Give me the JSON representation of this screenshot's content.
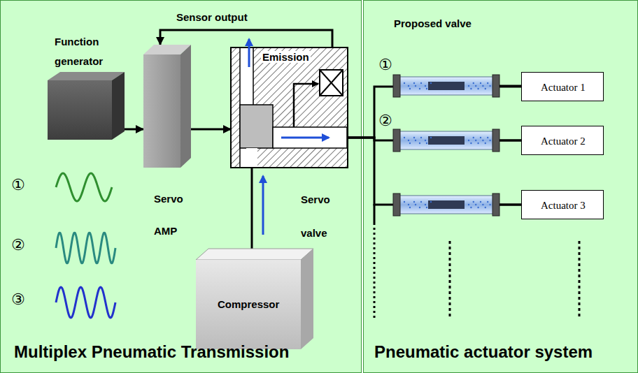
{
  "diagram": {
    "nodes": [
      {
        "text": [
          "Multiplex Pneumatic Transmission"
        ]
      },
      {
        "text": [
          "Function generator"
        ],
        "in": 0
      },
      {
        "text": [
          "Servo AMP"
        ],
        "in": 0
      },
      {
        "text": [
          "Servo valve"
        ],
        "in": 0
      },
      {
        "text": [
          "Compressor"
        ],
        "in": 0
      },
      {
        "text": [
          "Pneumatic actuator system"
        ]
      },
      {
        "text": [
          "Actuator 1"
        ],
        "in": 5
      },
      {
        "text": [
          "Actuator 2"
        ],
        "in": 5
      },
      {
        "text": [
          "Actuator 3"
        ],
        "in": 5
      }
    ],
    "edges": [
      {
        "from": 1,
        "to": 2,
        "arrow": "to"
      },
      {
        "from": 2,
        "to": 3,
        "arrow": "to"
      },
      {
        "from": 3,
        "to": 2,
        "label": "Sensor output",
        "arrow": "to"
      },
      {
        "from": 4,
        "to": 3,
        "arrow": "none"
      },
      {
        "from": 3,
        "to": 6,
        "arrow": "none"
      },
      {
        "from": 3,
        "to": 7,
        "arrow": "none"
      },
      {
        "from": 3,
        "to": 8,
        "arrow": "none"
      }
    ],
    "labels": [
      "①",
      "②",
      "③",
      "Emission",
      "Proposed valve",
      "①",
      "②"
    ]
  }
}
